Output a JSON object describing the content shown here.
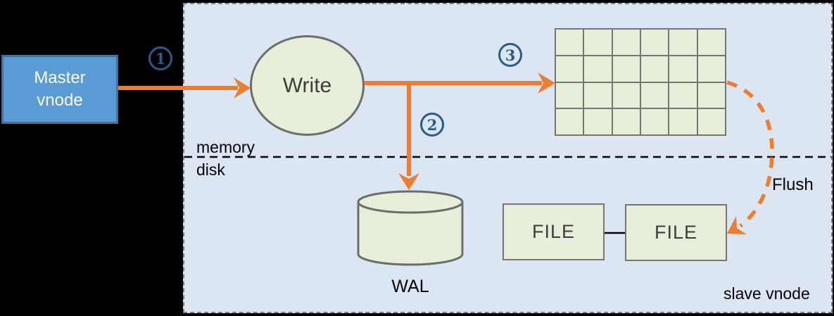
{
  "diagram": {
    "master": {
      "label": "Master vnode"
    },
    "write_label": "Write",
    "steps": [
      {
        "number": "1"
      },
      {
        "number": "2"
      },
      {
        "number": "3"
      }
    ],
    "divider": {
      "above_label": "memory",
      "below_label": "disk"
    },
    "memtable_grid": {
      "rows": 4,
      "cols": 6
    },
    "wal_label": "WAL",
    "files": [
      {
        "label": "FILE"
      },
      {
        "label": "FILE"
      }
    ],
    "flush_label": "Flush",
    "panel_label": "slave vnode",
    "colors": {
      "background": "#000000",
      "panel_fill": "#dce6f2",
      "panel_border": "#7f7f7f",
      "master_fill": "#5b9bd5",
      "master_border": "#41719c",
      "green_fill": "#e7efda",
      "green_border": "#767676",
      "arrow_orange": "#ed7d31",
      "step_blue": "#2a5a87",
      "text_dark": "#3d3d3d"
    }
  }
}
